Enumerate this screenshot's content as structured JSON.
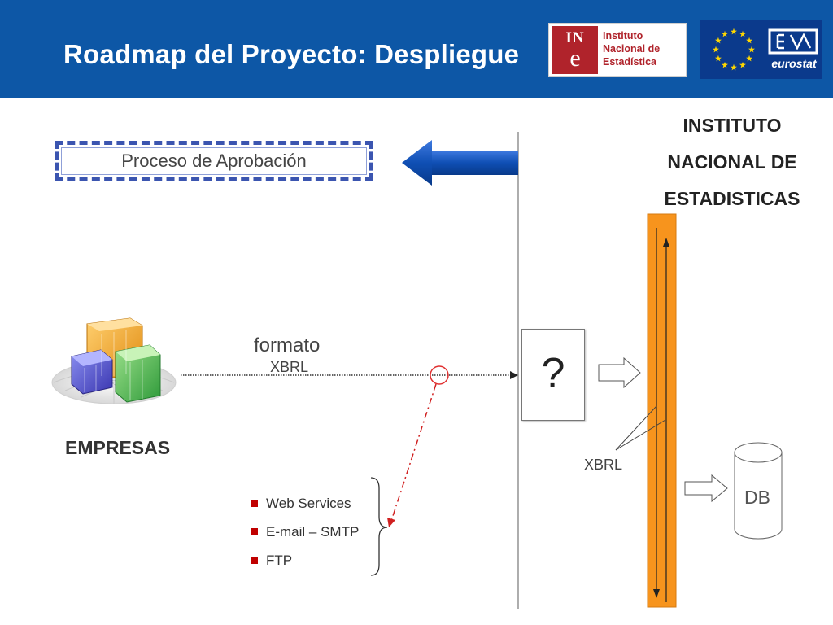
{
  "header": {
    "title": "Roadmap del Proyecto: Despliegue",
    "background_color": "#0d57a6"
  },
  "logos": {
    "ine": {
      "mark_top": "IN",
      "mark_bottom": "e",
      "text_lines": [
        "Instituto",
        "Nacional de",
        "Estadística"
      ],
      "color": "#b0232b"
    },
    "eurostat": {
      "text": "eurostat",
      "icons": [
        "eu-flag-stars-icon",
        "eurostat-icon"
      ]
    }
  },
  "institute": {
    "title_lines": [
      "INSTITUTO",
      "NACIONAL DE",
      "ESTADISTICAS"
    ]
  },
  "approval": {
    "label": "Proceso de Aprobación",
    "border_color": "#3b55b0",
    "arrow_color": "#0f4fb4"
  },
  "flow": {
    "format_label": "formato",
    "xbrl_label": "XBRL",
    "question": "?"
  },
  "empresas": {
    "label": "EMPRESAS",
    "icon": "buildings-icon"
  },
  "processing": {
    "bar_color": "#f7941d",
    "xbrl_label": "XBRL",
    "db_label": "DB"
  },
  "protocols": {
    "bullet_color": "#c00000",
    "items": [
      "Web Services",
      "E-mail – SMTP",
      "FTP"
    ]
  }
}
